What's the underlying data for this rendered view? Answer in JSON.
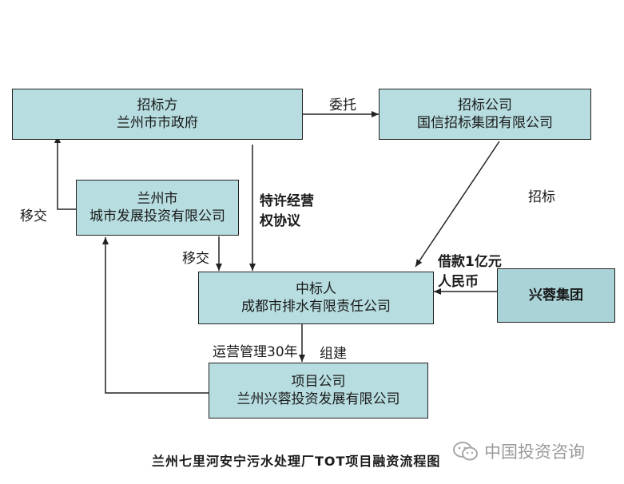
{
  "nodes": {
    "tenderer": {
      "line1": "招标方",
      "line2": "兰州市市政府"
    },
    "agency": {
      "line1": "招标公司",
      "line2": "国信招标集团有限公司"
    },
    "lanzhou_city": {
      "line1": "兰州市",
      "line2": "城市发展投资有限公司"
    },
    "winner": {
      "line1": "中标人",
      "line2": "成都市排水有限责任公司"
    },
    "xingrong": {
      "line1": "兴蓉集团"
    },
    "project_co": {
      "line1": "项目公司",
      "line2": "兰州兴蓉投资发展有限公司"
    }
  },
  "labels": {
    "entrust": "委托",
    "bidding": "招标",
    "franchise_1": "特许经营",
    "franchise_2": "权协议",
    "transfer_left": "移交",
    "transfer_mid": "移交",
    "loan_1": "借款1亿元",
    "loan_2": "人民币",
    "operate": "运营管理30年",
    "build": "组建"
  },
  "caption": "兰州七里河安宁污水处理厂TOT项目融资流程图",
  "watermark": "中国投资咨询",
  "colors": {
    "box_fill": "#b7dde0",
    "line": "#222222"
  }
}
